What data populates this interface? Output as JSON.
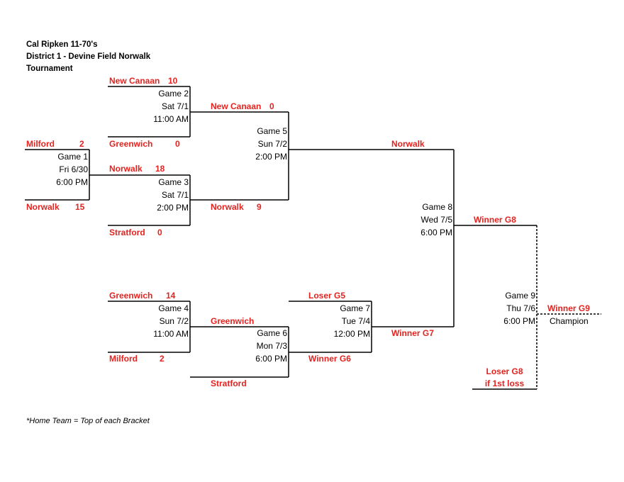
{
  "header": {
    "league": "Cal Ripken 11-70's",
    "district": "District 1 - Devine Field Norwalk",
    "event": "Tournament"
  },
  "footnote": "*Home Team = Top of each Bracket",
  "colors": {
    "team_text": "#e3231f",
    "lines": "#000000",
    "game_text": "#000000"
  },
  "games": {
    "game1": {
      "label": "Game 1",
      "date": "Fri 6/30",
      "time": "6:00 PM"
    },
    "game2": {
      "label": "Game 2",
      "date": "Sat 7/1",
      "time": "11:00 AM"
    },
    "game3": {
      "label": "Game 3",
      "date": "Sat 7/1",
      "time": "2:00 PM"
    },
    "game4": {
      "label": "Game 4",
      "date": "Sun 7/2",
      "time": "11:00 AM"
    },
    "game5": {
      "label": "Game 5",
      "date": "Sun 7/2",
      "time": "2:00 PM"
    },
    "game6": {
      "label": "Game 6",
      "date": "Mon 7/3",
      "time": "6:00 PM"
    },
    "game7": {
      "label": "Game 7",
      "date": "Tue 7/4",
      "time": "12:00 PM"
    },
    "game8": {
      "label": "Game 8",
      "date": "Wed 7/5",
      "time": "6:00 PM"
    },
    "game9": {
      "label": "Game 9",
      "date": "Thu 7/6",
      "time": "6:00 PM"
    }
  },
  "entries": {
    "game1_home": {
      "team": "Milford",
      "score": "2"
    },
    "game1_away": {
      "team": "Norwalk",
      "score": "15"
    },
    "game2_home": {
      "team": "New Canaan",
      "score": "10"
    },
    "game2_away": {
      "team": "Greenwich",
      "score": "0"
    },
    "game3_home": {
      "team": "Norwalk",
      "score": "18"
    },
    "game3_away": {
      "team": "Stratford",
      "score": "0"
    },
    "game4_home": {
      "team": "Greenwich",
      "score": "14"
    },
    "game4_away": {
      "team": "Milford",
      "score": "2"
    },
    "game5_home": {
      "team": "New Canaan",
      "score": "0"
    },
    "game5_away": {
      "team": "Norwalk",
      "score": "9"
    },
    "game6_home": {
      "team": "Greenwich"
    },
    "game6_away": {
      "team": "Stratford"
    },
    "game7_home": {
      "team": "Loser G5"
    },
    "game7_away": {
      "team": "Winner G6"
    },
    "game8_home": {
      "team": "Norwalk"
    },
    "game8_away": {
      "team": "Winner G7"
    },
    "game9_home": {
      "team": "Winner G8"
    },
    "game9_away": {
      "line1": "Loser G8",
      "line2": "if 1st loss"
    },
    "final": {
      "team": "Winner G9",
      "caption": "Champion"
    }
  }
}
